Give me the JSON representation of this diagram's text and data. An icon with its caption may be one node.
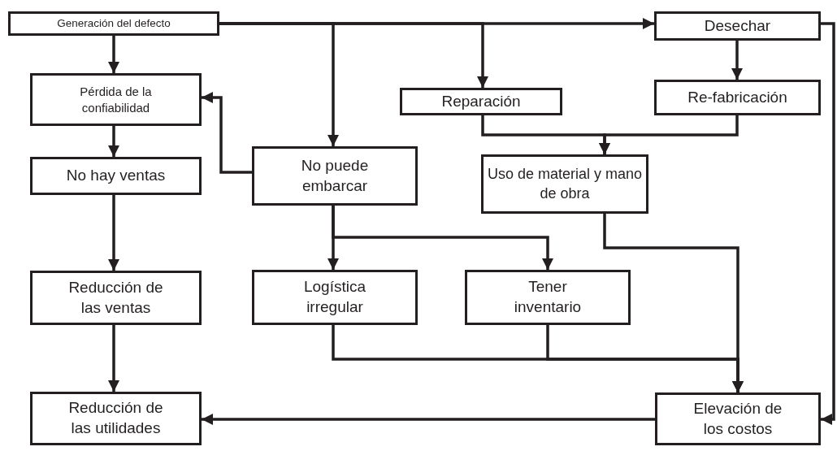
{
  "diagram": {
    "nodes": [
      {
        "text": [
          "Generación del defecto"
        ]
      },
      {
        "text": [
          "Desechar"
        ]
      },
      {
        "text": [
          "Pérdida de la confiabilidad"
        ]
      },
      {
        "text": [
          "Reparación"
        ]
      },
      {
        "text": [
          "Re-fabricación"
        ]
      },
      {
        "text": [
          "No hay ventas"
        ]
      },
      {
        "text": [
          "No puede embarcar"
        ]
      },
      {
        "text": [
          "Uso de material y mano de obra"
        ]
      },
      {
        "text": [
          "Reducción de las ventas"
        ]
      },
      {
        "text": [
          "Logística irregular"
        ]
      },
      {
        "text": [
          "Tener inventario"
        ]
      },
      {
        "text": [
          "Reducción de las utilidades"
        ]
      },
      {
        "text": [
          "Elevación de los costos"
        ]
      }
    ],
    "edges": [
      {
        "from": 0,
        "to": 1,
        "arrow": "to"
      },
      {
        "from": 0,
        "to": 2,
        "arrow": "to"
      },
      {
        "from": 0,
        "to": 6,
        "arrow": "to"
      },
      {
        "from": 0,
        "to": 3,
        "arrow": "to"
      },
      {
        "from": 1,
        "to": 4,
        "arrow": "to"
      },
      {
        "from": 1,
        "to": 12,
        "arrow": "to"
      },
      {
        "from": 2,
        "to": 5,
        "arrow": "to"
      },
      {
        "from": 6,
        "to": 2,
        "arrow": "to"
      },
      {
        "from": 3,
        "to": 7,
        "arrow": "to"
      },
      {
        "from": 4,
        "to": 7,
        "arrow": "to"
      },
      {
        "from": 5,
        "to": 8,
        "arrow": "to"
      },
      {
        "from": 6,
        "to": 9,
        "arrow": "to"
      },
      {
        "from": 6,
        "to": 10,
        "arrow": "to"
      },
      {
        "from": 7,
        "to": 12,
        "arrow": "to"
      },
      {
        "from": 9,
        "to": 12,
        "arrow": "to"
      },
      {
        "from": 10,
        "to": 12,
        "arrow": "to"
      },
      {
        "from": 8,
        "to": 11,
        "arrow": "to"
      },
      {
        "from": 12,
        "to": 11,
        "arrow": "to"
      }
    ]
  }
}
